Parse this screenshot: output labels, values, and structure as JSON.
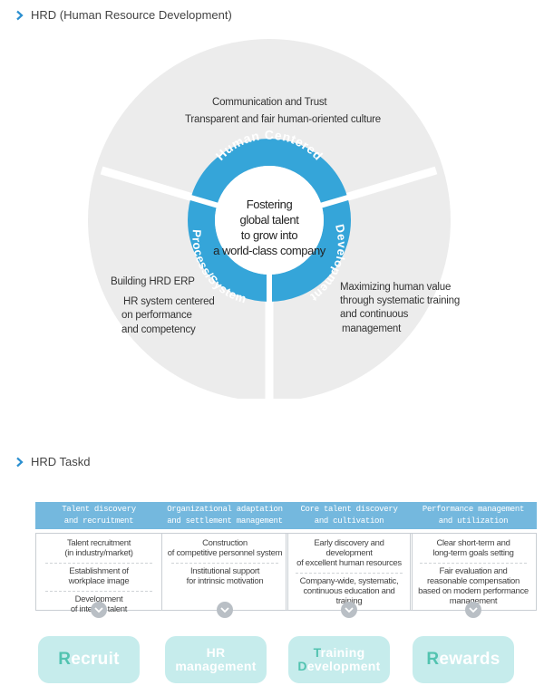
{
  "section1": {
    "title": "HRD (Human Resource Development)"
  },
  "diagram": {
    "center_lines": [
      "Fostering",
      "global talent",
      "to grow into",
      "a world-class company"
    ],
    "ring": {
      "human_centered": "Human Centered",
      "development": "Development",
      "process_system": "Process/System"
    },
    "top_lines": [
      "Communication and Trust",
      "Transparent and fair human-oriented culture"
    ],
    "left_lines": [
      "Building HRD ERP",
      "HR system centered",
      "on performance",
      "and competency"
    ],
    "right_lines": [
      "Maximizing human value",
      "through systematic training",
      "and continuous",
      "management"
    ],
    "colors": {
      "ring": "#35a5d9",
      "segment": "#ececec",
      "center": "#ffffff"
    }
  },
  "section2": {
    "title": "HRD Taskd"
  },
  "columns": [
    {
      "head": [
        "Talent discovery",
        "and recruitment"
      ],
      "items": [
        [
          "Talent recruitment",
          "(in industry/market)"
        ],
        [
          "Establishment of",
          "workplace image"
        ],
        [
          "Development",
          "of internal talent"
        ]
      ],
      "pill": {
        "first": "R",
        "rest": "ecruit",
        "lines": 1
      }
    },
    {
      "head": [
        "Organizational adaptation",
        "and settlement management"
      ],
      "items": [
        [
          "Construction",
          "of competitive personnel system"
        ],
        [
          "Institutional support",
          "for intrinsic motivation"
        ]
      ],
      "pill": {
        "line1": "HR",
        "line2": "management",
        "lines": 2
      }
    },
    {
      "head": [
        "Core talent discovery",
        "and cultivation"
      ],
      "items": [
        [
          "Early discovery and development",
          "of excellent human resources"
        ],
        [
          "Company-wide, systematic,",
          "continuous education and training"
        ]
      ],
      "pill": {
        "first1": "T",
        "rest1": "raining",
        "first2": "D",
        "rest2": "evelopment",
        "lines": 2
      }
    },
    {
      "head": [
        "Performance management",
        "and utilization"
      ],
      "items": [
        [
          "Clear short-term and",
          "long-term goals setting"
        ],
        [
          "Fair evaluation and",
          "reasonable compensation",
          "based on modern performance",
          "management"
        ]
      ],
      "pill": {
        "first": "R",
        "rest": "ewards",
        "lines": 1
      }
    }
  ],
  "icons": {
    "section_marker": "chevron-right-icon",
    "column_marker": "chevron-down-icon"
  }
}
